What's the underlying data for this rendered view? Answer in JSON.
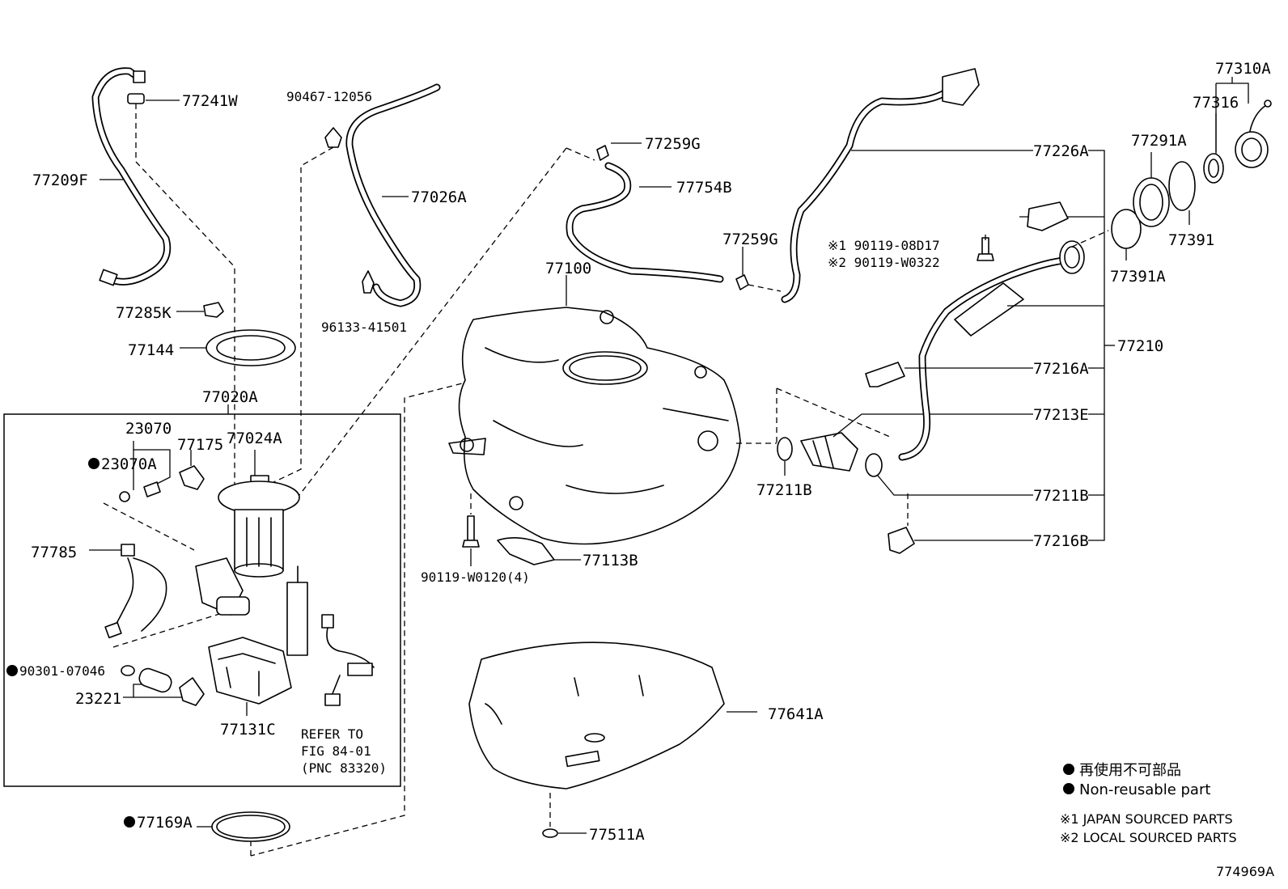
{
  "diagram_id": "774969A",
  "parts": {
    "p77241W": "77241W",
    "p77209F": "77209F",
    "p90467": "90467-12056",
    "p77026A": "77026A",
    "p96133": "96133-41501",
    "p77285K": "77285K",
    "p77144": "77144",
    "p77020A": "77020A",
    "p23070": "23070",
    "p23070A": "23070A",
    "p77175": "77175",
    "p77024A": "77024A",
    "p77785": "77785",
    "p90301": "90301-07046",
    "p23221": "23221",
    "p77131C": "77131C",
    "refer1": "REFER TO",
    "refer2": "FIG 84-01",
    "refer3": "(PNC 83320)",
    "p77169A": "77169A",
    "p77259G_a": "77259G",
    "p77754B": "77754B",
    "p77100": "77100",
    "p77259G_b": "77259G",
    "p90119_08D17": "※1 90119-08D17",
    "p90119_W0322": "※2 90119-W0322",
    "p90119_W0120": "90119-W0120(4)",
    "p77113B": "77113B",
    "p77211B_a": "77211B",
    "p77641A": "77641A",
    "p77511A": "77511A",
    "p77226A": "77226A",
    "p77216A": "77216A",
    "p77213E": "77213E",
    "p77211B_b": "77211B",
    "p77216B": "77216B",
    "p77210": "77210",
    "p77310A": "77310A",
    "p77316": "77316",
    "p77291A": "77291A",
    "p77391": "77391",
    "p77391A": "77391A"
  },
  "legend": {
    "jp_nonreusable": "再使用不可部品",
    "en_nonreusable": "Non-reusable part",
    "note1": "※1 JAPAN SOURCED PARTS",
    "note2": "※2 LOCAL SOURCED PARTS"
  }
}
